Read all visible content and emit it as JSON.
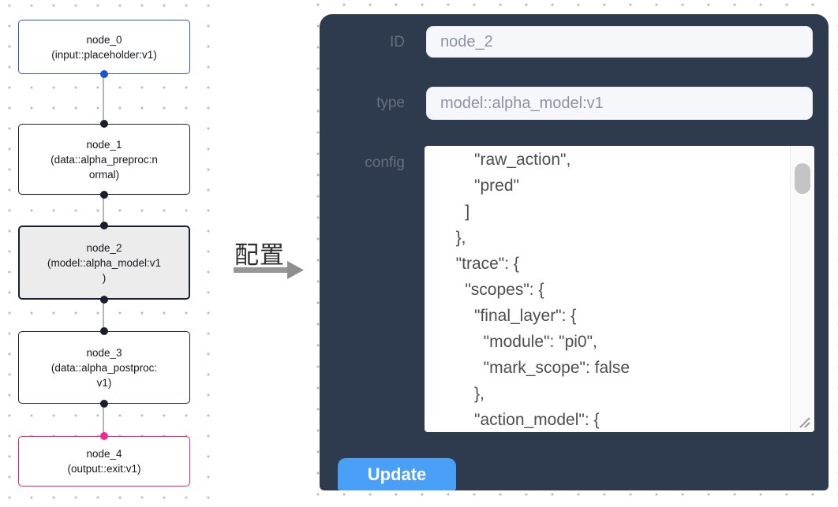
{
  "flow": {
    "nodes": [
      {
        "name": "node_0",
        "type_lines": [
          "(input::placeholder:v1)"
        ],
        "accent": "#2a5ad5"
      },
      {
        "name": "node_1",
        "type_lines": [
          "(data::alpha_preproc:n",
          "ormal)"
        ],
        "accent": "#1b2030"
      },
      {
        "name": "node_2",
        "type_lines": [
          "(model::alpha_model:v1",
          ")"
        ],
        "accent": "#1b2030",
        "selected": true
      },
      {
        "name": "node_3",
        "type_lines": [
          "(data::alpha_postproc:",
          "v1)"
        ],
        "accent": "#1b2030"
      },
      {
        "name": "node_4",
        "type_lines": [
          "(output::exit:v1)"
        ],
        "accent": "#ec2277"
      }
    ]
  },
  "annotation": {
    "label": "配置"
  },
  "panel": {
    "id_label": "ID",
    "id_value": "node_2",
    "type_label": "type",
    "type_value": "model::alpha_model:v1",
    "config_label": "config",
    "config_text": "      \"raw_action\",\n      \"pred\"\n    ]\n  },\n  \"trace\": {\n    \"scopes\": {\n      \"final_layer\": {\n        \"module\": \"pi0\",\n        \"mark_scope\": false\n      },\n      \"action_model\": {",
    "update_label": "Update"
  },
  "colors": {
    "panel_bg": "#2e3a4e",
    "button_blue": "#49a0f6",
    "node0_blue": "#2a5ad5",
    "node4_pink": "#ec2277",
    "selected_bg": "#ececec",
    "edge_gray": "#b3b5bc"
  }
}
